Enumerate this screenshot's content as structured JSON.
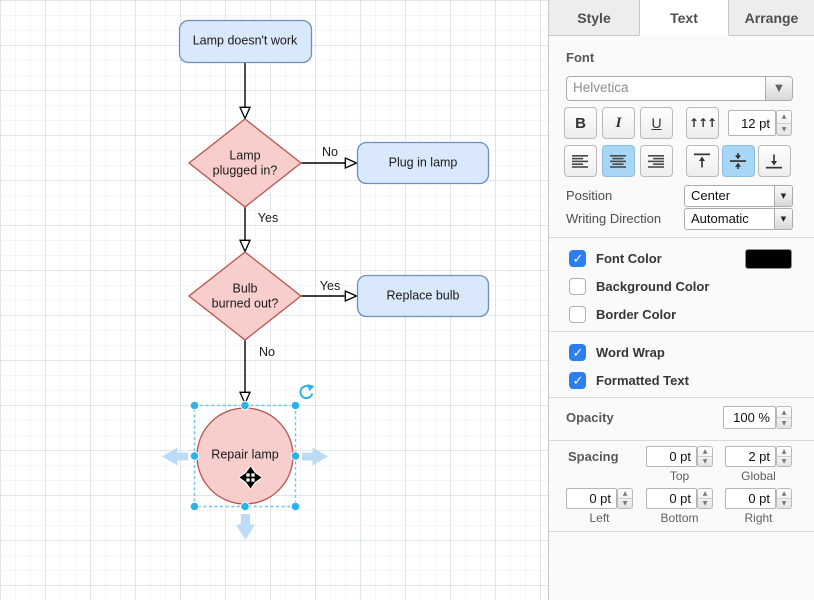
{
  "canvas": {
    "nodes": {
      "start": {
        "label": "Lamp doesn't work"
      },
      "decision1": {
        "line1": "Lamp",
        "line2": "plugged in?"
      },
      "action1": {
        "label": "Plug in lamp"
      },
      "decision2": {
        "line1": "Bulb",
        "line2": "burned out?"
      },
      "action2": {
        "label": "Replace bulb"
      },
      "repair": {
        "label": "Repair lamp"
      }
    },
    "edge_labels": {
      "no1": "No",
      "yes1": "Yes",
      "yes2": "Yes",
      "no2": "No"
    },
    "colors": {
      "blue_fill": "#dae8fc",
      "blue_stroke": "#6c8ebf",
      "pink_fill": "#f8cecc",
      "pink_stroke": "#b85450",
      "selection_handle": "#2bb3e8",
      "selection_dash": "#6fc4ee",
      "direction_arrow": "#bcdcf5"
    }
  },
  "panel": {
    "tabs": [
      {
        "label": "Style",
        "active": false
      },
      {
        "label": "Text",
        "active": true
      },
      {
        "label": "Arrange",
        "active": false
      }
    ],
    "font": {
      "title": "Font",
      "family": "Helvetica",
      "bold": "B",
      "italic": "I",
      "underline": "U",
      "size": "12 pt",
      "halign_active": "center",
      "valign_active": "middle",
      "position_label": "Position",
      "position_value": "Center",
      "direction_label": "Writing Direction",
      "direction_value": "Automatic"
    },
    "colors": {
      "font_color": {
        "label": "Font Color",
        "checked": true,
        "swatch": "#000000"
      },
      "background_color": {
        "label": "Background Color",
        "checked": false
      },
      "border_color": {
        "label": "Border Color",
        "checked": false
      }
    },
    "options": {
      "word_wrap": {
        "label": "Word Wrap",
        "checked": true
      },
      "formatted_text": {
        "label": "Formatted Text",
        "checked": true
      }
    },
    "opacity": {
      "label": "Opacity",
      "value": "100 %"
    },
    "spacing": {
      "label": "Spacing",
      "top": {
        "value": "0 pt",
        "label": "Top"
      },
      "global": {
        "value": "2 pt",
        "label": "Global"
      },
      "left": {
        "value": "0 pt",
        "label": "Left"
      },
      "bottom": {
        "value": "0 pt",
        "label": "Bottom"
      },
      "right": {
        "value": "0 pt",
        "label": "Right"
      }
    }
  }
}
